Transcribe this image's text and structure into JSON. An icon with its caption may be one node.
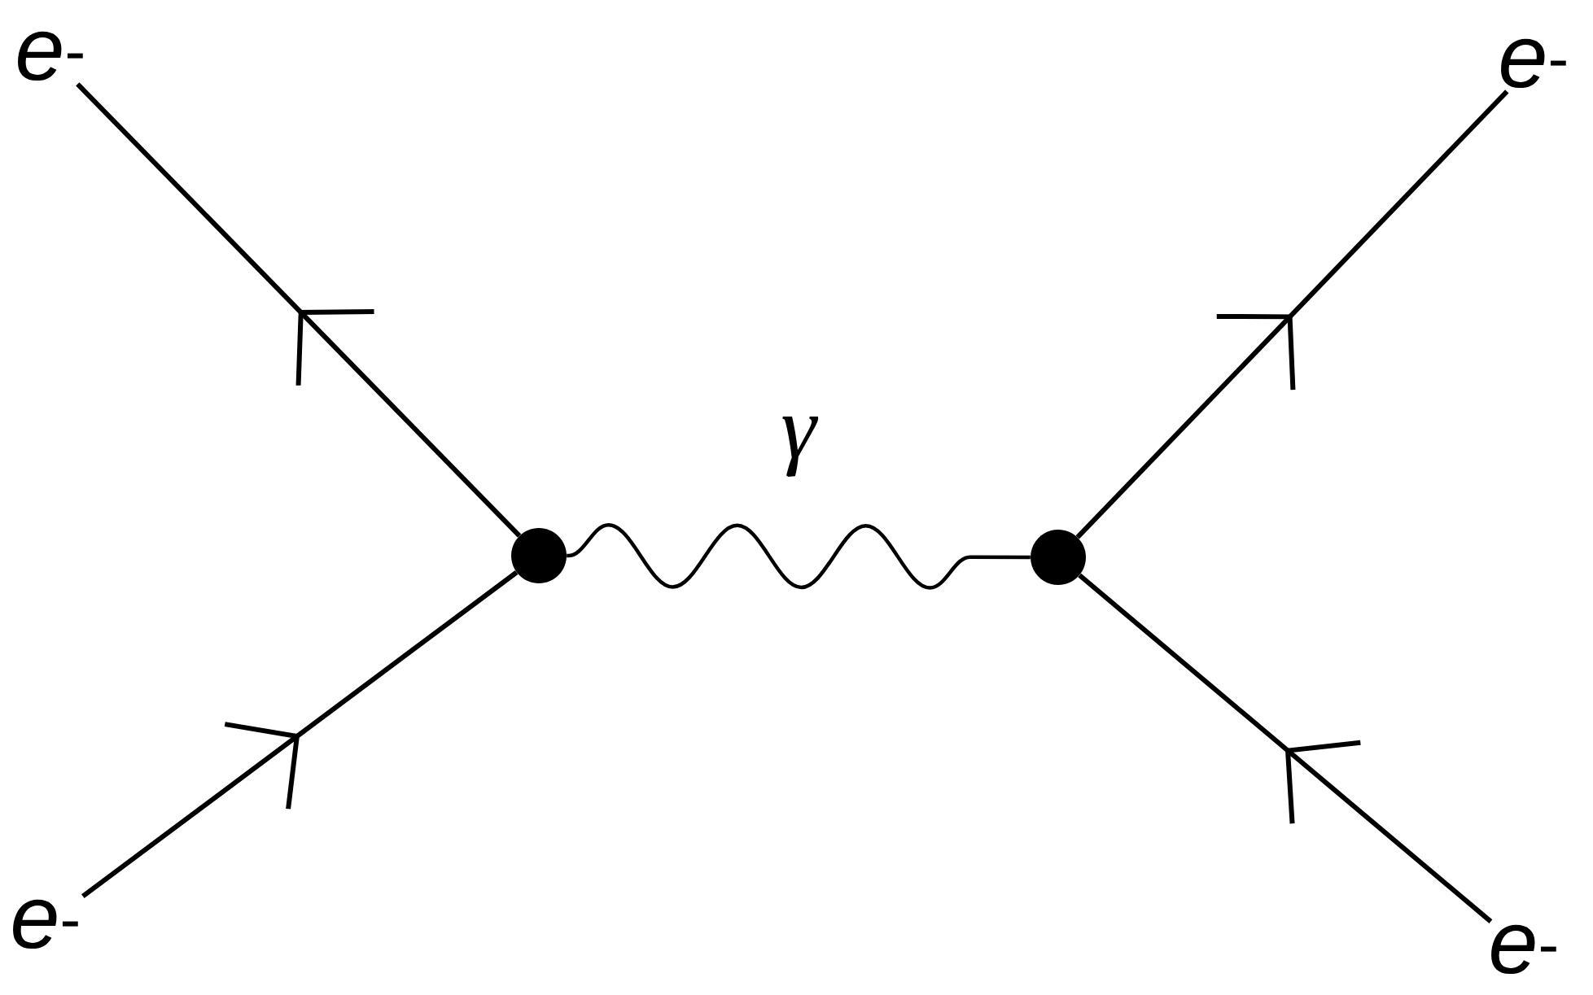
{
  "diagram": {
    "nodes": [
      {
        "text": [
          "*e*$^{-}$"
        ]
      },
      {
        "text": [
          "*e*$^{-}$"
        ]
      },
      {
        "text": [],
        "shape": "circle"
      },
      {
        "text": [],
        "shape": "circle"
      },
      {
        "text": [
          "*e*$^{-}$"
        ]
      },
      {
        "text": [
          "*e*$^{-}$"
        ]
      }
    ],
    "edges": [
      {
        "from": 4,
        "to": 2,
        "arrow": "to"
      },
      {
        "from": 2,
        "to": 0,
        "arrow": "to"
      },
      {
        "from": 2,
        "to": 3,
        "arrow": "none",
        "label": "γ"
      },
      {
        "from": 3,
        "to": 1,
        "arrow": "to"
      },
      {
        "from": 5,
        "to": 3,
        "arrow": "to"
      }
    ]
  }
}
